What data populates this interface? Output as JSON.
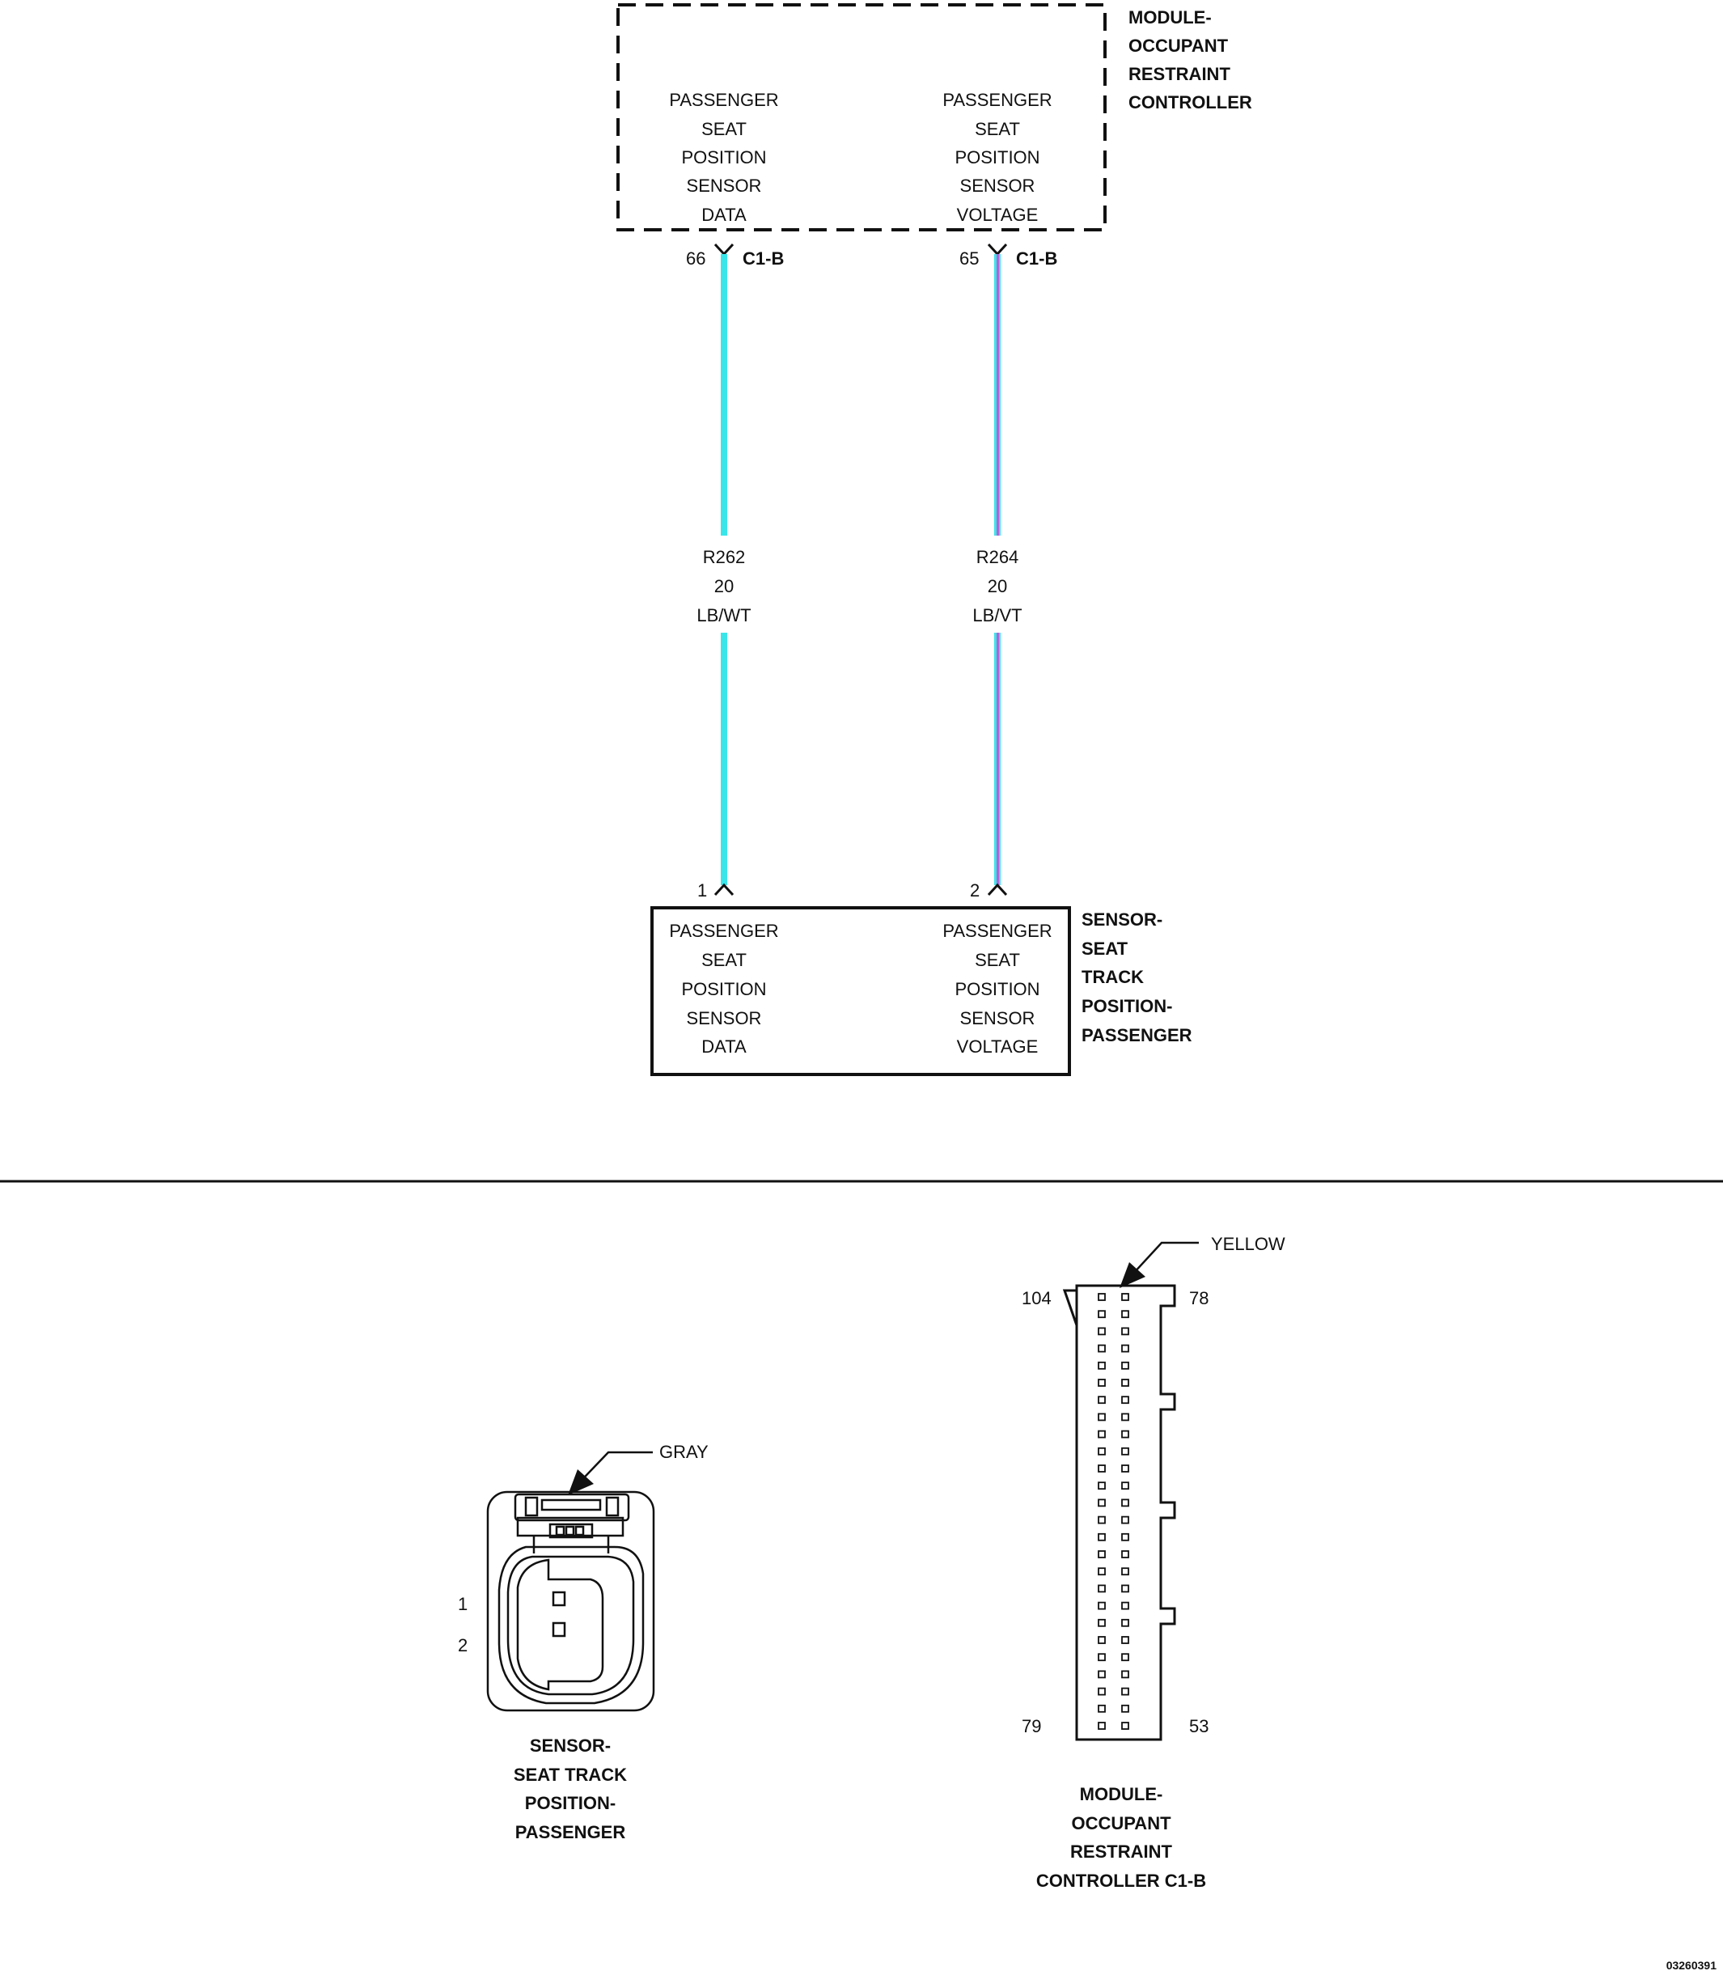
{
  "top_module": {
    "name_lines": [
      "MODULE-",
      "OCCUPANT",
      "RESTRAINT",
      "CONTROLLER"
    ],
    "left_func_lines": [
      "PASSENGER",
      "SEAT",
      "POSITION",
      "SENSOR",
      "DATA"
    ],
    "right_func_lines": [
      "PASSENGER",
      "SEAT",
      "POSITION",
      "SENSOR",
      "VOLTAGE"
    ]
  },
  "wires": [
    {
      "pin_top": "66",
      "conn_top": "C1-B",
      "circuit": "R262",
      "gauge": "20",
      "color_code": "LB/WT",
      "pin_bottom": "1",
      "stripe_color": "#38e6ea",
      "tracer_color": "#38e6ea"
    },
    {
      "pin_top": "65",
      "conn_top": "C1-B",
      "circuit": "R264",
      "gauge": "20",
      "color_code": "LB/VT",
      "pin_bottom": "2",
      "stripe_color": "#38e6ea",
      "tracer_color": "#c05cd8"
    }
  ],
  "bottom_sensor": {
    "name_lines": [
      "SENSOR-",
      "SEAT",
      "TRACK",
      "POSITION-",
      "PASSENGER"
    ],
    "left_func_lines": [
      "PASSENGER",
      "SEAT",
      "POSITION",
      "SENSOR",
      "DATA"
    ],
    "right_func_lines": [
      "PASSENGER",
      "SEAT",
      "POSITION",
      "SENSOR",
      "VOLTAGE"
    ]
  },
  "connector_sensor": {
    "color_label": "GRAY",
    "pin_labels": [
      "1",
      "2"
    ],
    "caption_lines": [
      "SENSOR-",
      "SEAT TRACK",
      "POSITION-",
      "PASSENGER"
    ]
  },
  "connector_module": {
    "color_label": "YELLOW",
    "corner_labels": {
      "top_left": "104",
      "top_right": "78",
      "bottom_left": "79",
      "bottom_right": "53"
    },
    "caption_lines": [
      "MODULE-",
      "OCCUPANT",
      "RESTRAINT",
      "CONTROLLER C1-B"
    ]
  },
  "figure_id": "03260391"
}
